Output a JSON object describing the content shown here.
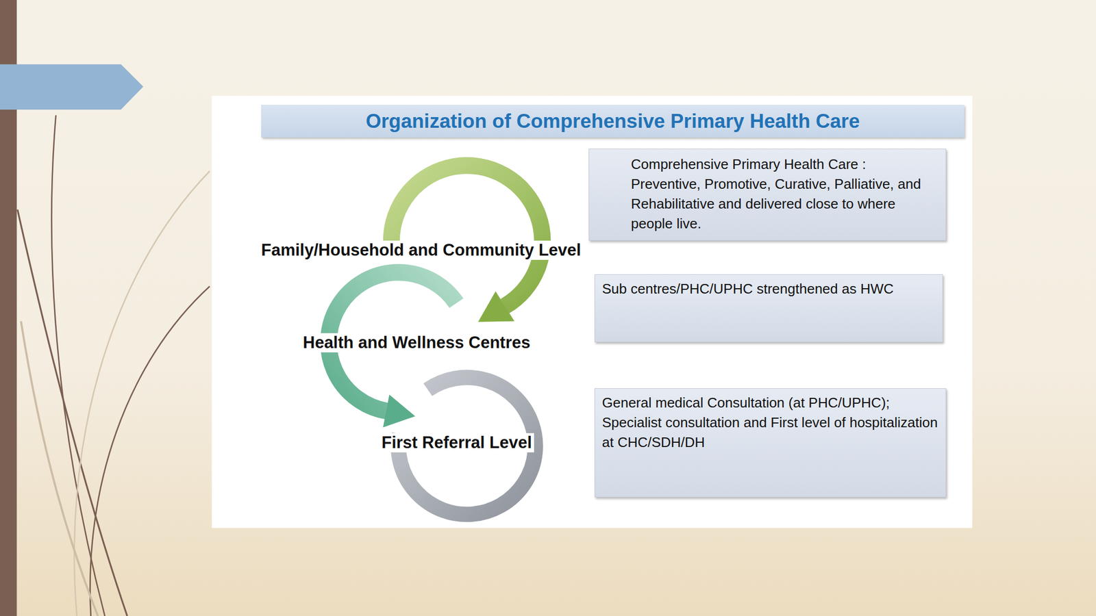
{
  "diagram": {
    "title": "Organization of Comprehensive Primary Health Care",
    "nodes": [
      {
        "text": [
          "Comprehensive Primary Health Care : Preventive, Promotive, Curative, Palliative, and Rehabilitative and delivered close to where people live."
        ]
      },
      {
        "text": [
          "Sub centres/PHC/UPHC strengthened as HWC"
        ]
      },
      {
        "text": [
          "General medical Consultation (at PHC/UPHC); Specialist consultation and First level of hospitalization at CHC/SDH/DH"
        ]
      }
    ],
    "labels": [
      "Family/Household and Community Level",
      "Health and Wellness Centres",
      "First Referral Level"
    ]
  }
}
